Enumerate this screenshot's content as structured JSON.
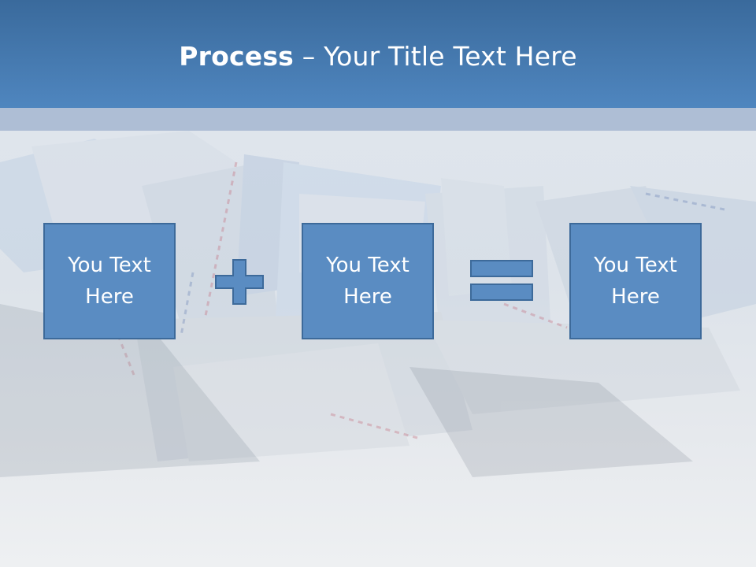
{
  "slide": {
    "title_bold": "Process",
    "title_rest": " – Your Title Text Here"
  },
  "process": {
    "boxes": [
      {
        "text": "You Text Here"
      },
      {
        "text": "You Text Here"
      },
      {
        "text": "You Text Here"
      }
    ],
    "operators": [
      {
        "icon": "plus-icon"
      },
      {
        "icon": "equals-icon"
      }
    ]
  },
  "colors": {
    "header": "#4a7fb6",
    "band": "#aebed5",
    "box_fill": "#5a8cc2",
    "box_border": "#3d6a9a",
    "text": "#ffffff"
  }
}
